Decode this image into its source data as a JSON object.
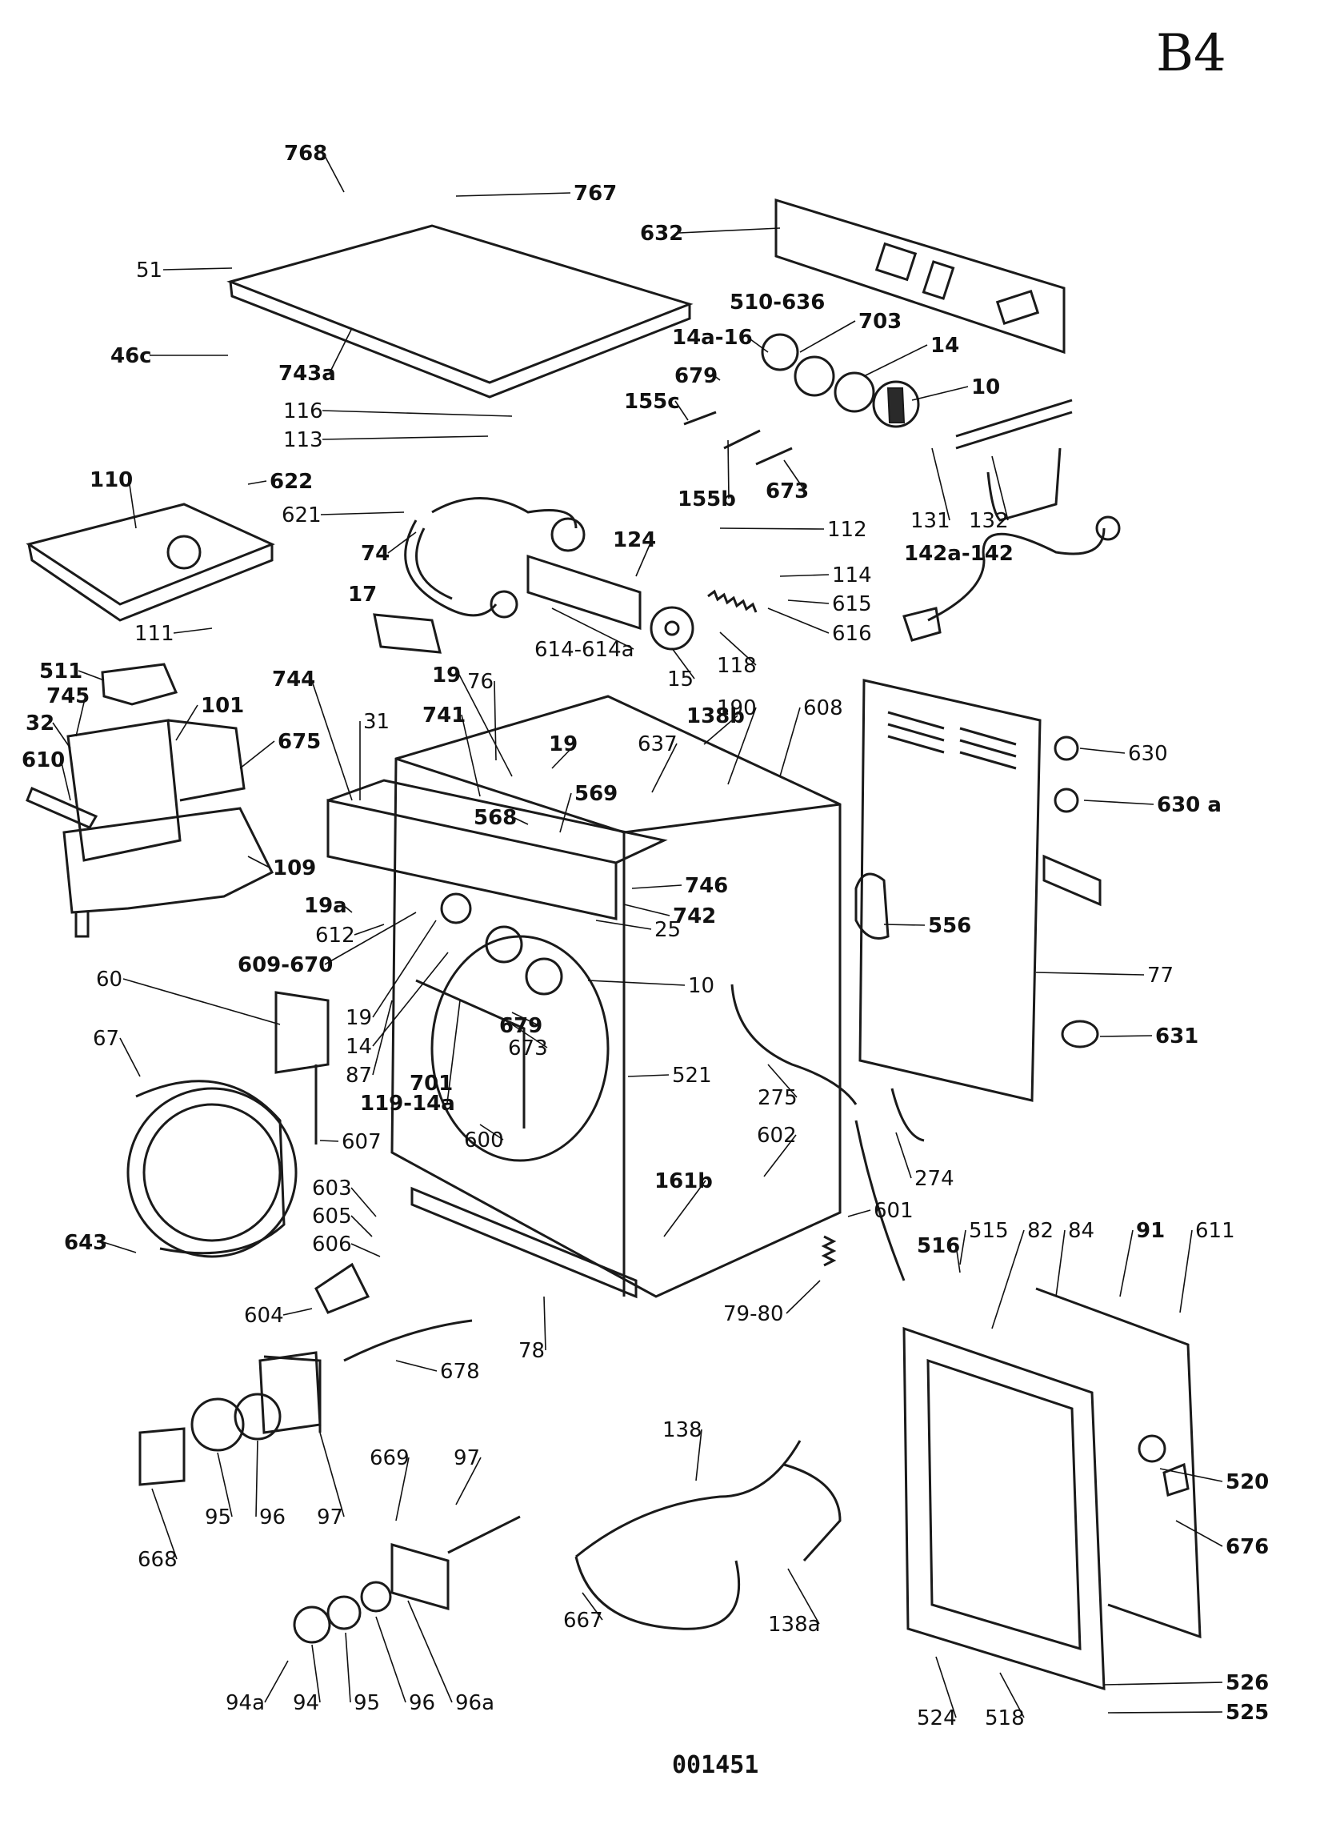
{
  "sheet_id": "B4",
  "drawing_number": "001451",
  "callouts": [
    {
      "text": "768",
      "bold": true
    },
    {
      "text": "767",
      "bold": true
    },
    {
      "text": "632",
      "bold": true
    },
    {
      "text": "510-636",
      "bold": true
    },
    {
      "text": "703",
      "bold": true
    },
    {
      "text": "14a-16",
      "bold": true
    },
    {
      "text": "14",
      "bold": true
    },
    {
      "text": "679",
      "bold": true
    },
    {
      "text": "10",
      "bold": true
    },
    {
      "text": "51",
      "bold": false
    },
    {
      "text": "46c",
      "bold": true
    },
    {
      "text": "743a",
      "bold": true
    },
    {
      "text": "155c",
      "bold": true
    },
    {
      "text": "116",
      "bold": false
    },
    {
      "text": "113",
      "bold": false
    },
    {
      "text": "155b",
      "bold": true
    },
    {
      "text": "673",
      "bold": true
    },
    {
      "text": "131",
      "bold": false
    },
    {
      "text": "132",
      "bold": false
    },
    {
      "text": "110",
      "bold": true
    },
    {
      "text": "622",
      "bold": true
    },
    {
      "text": "621",
      "bold": false
    },
    {
      "text": "112",
      "bold": false
    },
    {
      "text": "142a-142",
      "bold": true
    },
    {
      "text": "74",
      "bold": true
    },
    {
      "text": "124",
      "bold": true
    },
    {
      "text": "114",
      "bold": false
    },
    {
      "text": "17",
      "bold": true
    },
    {
      "text": "615",
      "bold": false
    },
    {
      "text": "111",
      "bold": false
    },
    {
      "text": "616",
      "bold": false
    },
    {
      "text": "614-614a",
      "bold": false
    },
    {
      "text": "118",
      "bold": false
    },
    {
      "text": "15",
      "bold": false
    },
    {
      "text": "511",
      "bold": true
    },
    {
      "text": "744",
      "bold": true
    },
    {
      "text": "19",
      "bold": true
    },
    {
      "text": "76",
      "bold": false
    },
    {
      "text": "745",
      "bold": true
    },
    {
      "text": "101",
      "bold": true
    },
    {
      "text": "741",
      "bold": true
    },
    {
      "text": "19",
      "bold": true
    },
    {
      "text": "138b",
      "bold": true
    },
    {
      "text": "190",
      "bold": false
    },
    {
      "text": "608",
      "bold": false
    },
    {
      "text": "32",
      "bold": true
    },
    {
      "text": "675",
      "bold": true
    },
    {
      "text": "31",
      "bold": false
    },
    {
      "text": "637",
      "bold": false
    },
    {
      "text": "630",
      "bold": false
    },
    {
      "text": "610",
      "bold": true
    },
    {
      "text": "569",
      "bold": true
    },
    {
      "text": "568",
      "bold": true
    },
    {
      "text": "630 a",
      "bold": true
    },
    {
      "text": "109",
      "bold": true
    },
    {
      "text": "746",
      "bold": true
    },
    {
      "text": "742",
      "bold": true
    },
    {
      "text": "19a",
      "bold": true
    },
    {
      "text": "25",
      "bold": false
    },
    {
      "text": "556",
      "bold": true
    },
    {
      "text": "612",
      "bold": false
    },
    {
      "text": "609-670",
      "bold": true
    },
    {
      "text": "10",
      "bold": false
    },
    {
      "text": "77",
      "bold": false
    },
    {
      "text": "60",
      "bold": false
    },
    {
      "text": "19",
      "bold": false
    },
    {
      "text": "14",
      "bold": false
    },
    {
      "text": "679",
      "bold": true
    },
    {
      "text": "631",
      "bold": true
    },
    {
      "text": "67",
      "bold": false
    },
    {
      "text": "87",
      "bold": false
    },
    {
      "text": "673",
      "bold": false
    },
    {
      "text": "701",
      "bold": true
    },
    {
      "text": "521",
      "bold": false
    },
    {
      "text": "119-14a",
      "bold": true
    },
    {
      "text": "275",
      "bold": false
    },
    {
      "text": "607",
      "bold": false
    },
    {
      "text": "600",
      "bold": false
    },
    {
      "text": "602",
      "bold": false
    },
    {
      "text": "274",
      "bold": false
    },
    {
      "text": "603",
      "bold": false
    },
    {
      "text": "161b",
      "bold": true
    },
    {
      "text": "601",
      "bold": false
    },
    {
      "text": "605",
      "bold": false
    },
    {
      "text": "643",
      "bold": true
    },
    {
      "text": "606",
      "bold": false
    },
    {
      "text": "516",
      "bold": true
    },
    {
      "text": "515",
      "bold": false
    },
    {
      "text": "82",
      "bold": false
    },
    {
      "text": "84",
      "bold": false
    },
    {
      "text": "91",
      "bold": true
    },
    {
      "text": "611",
      "bold": false
    },
    {
      "text": "604",
      "bold": false
    },
    {
      "text": "79-80",
      "bold": false
    },
    {
      "text": "78",
      "bold": false
    },
    {
      "text": "678",
      "bold": false
    },
    {
      "text": "138",
      "bold": false
    },
    {
      "text": "95",
      "bold": false
    },
    {
      "text": "96",
      "bold": false
    },
    {
      "text": "97",
      "bold": false
    },
    {
      "text": "520",
      "bold": true
    },
    {
      "text": "668",
      "bold": false
    },
    {
      "text": "676",
      "bold": true
    },
    {
      "text": "669",
      "bold": false
    },
    {
      "text": "97",
      "bold": false
    },
    {
      "text": "667",
      "bold": false
    },
    {
      "text": "138a",
      "bold": false
    },
    {
      "text": "94a",
      "bold": false
    },
    {
      "text": "94",
      "bold": false
    },
    {
      "text": "95",
      "bold": false
    },
    {
      "text": "96",
      "bold": false
    },
    {
      "text": "96a",
      "bold": false
    },
    {
      "text": "526",
      "bold": true
    },
    {
      "text": "524",
      "bold": false
    },
    {
      "text": "518",
      "bold": false
    },
    {
      "text": "525",
      "bold": true
    }
  ]
}
